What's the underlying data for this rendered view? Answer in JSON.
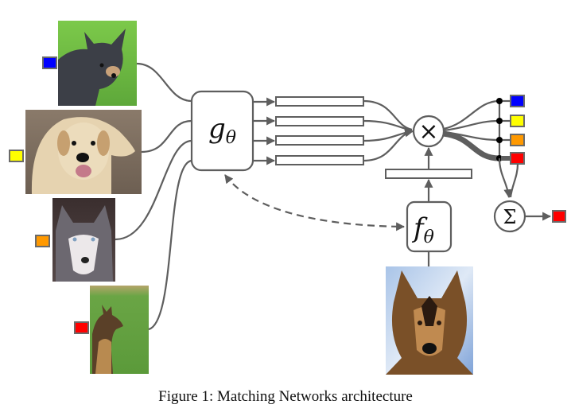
{
  "figure": {
    "caption": "Figure 1: Matching Networks architecture",
    "g_label": "g",
    "g_subscript": "θ",
    "f_label": "f",
    "f_subscript": "θ",
    "multiply_symbol": "×",
    "sum_symbol": "Σ"
  },
  "support_set": [
    {
      "name": "chihuahua",
      "label_color": "#0000ff",
      "label_name": "blue",
      "image_desc": "small dark chihuahua on grass"
    },
    {
      "name": "labrador",
      "label_color": "#ffff00",
      "label_name": "yellow",
      "image_desc": "yellow labrador lying on ground"
    },
    {
      "name": "husky",
      "label_color": "#ff9900",
      "label_name": "orange",
      "image_desc": "husky face close-up"
    },
    {
      "name": "german-shepherd",
      "label_color": "#ff0000",
      "label_name": "red",
      "image_desc": "german shepherd sitting on grass"
    }
  ],
  "query": {
    "name": "german-shepherd-query",
    "image_desc": "german shepherd head against snow"
  },
  "output_labels": [
    "#0000ff",
    "#ffff00",
    "#ff9900",
    "#ff0000"
  ],
  "prediction": {
    "label_color": "#ff0000",
    "label_name": "red"
  },
  "colors": {
    "line": "#5e5e5e",
    "node_fill": "#ffffff",
    "dot": "#000000"
  }
}
